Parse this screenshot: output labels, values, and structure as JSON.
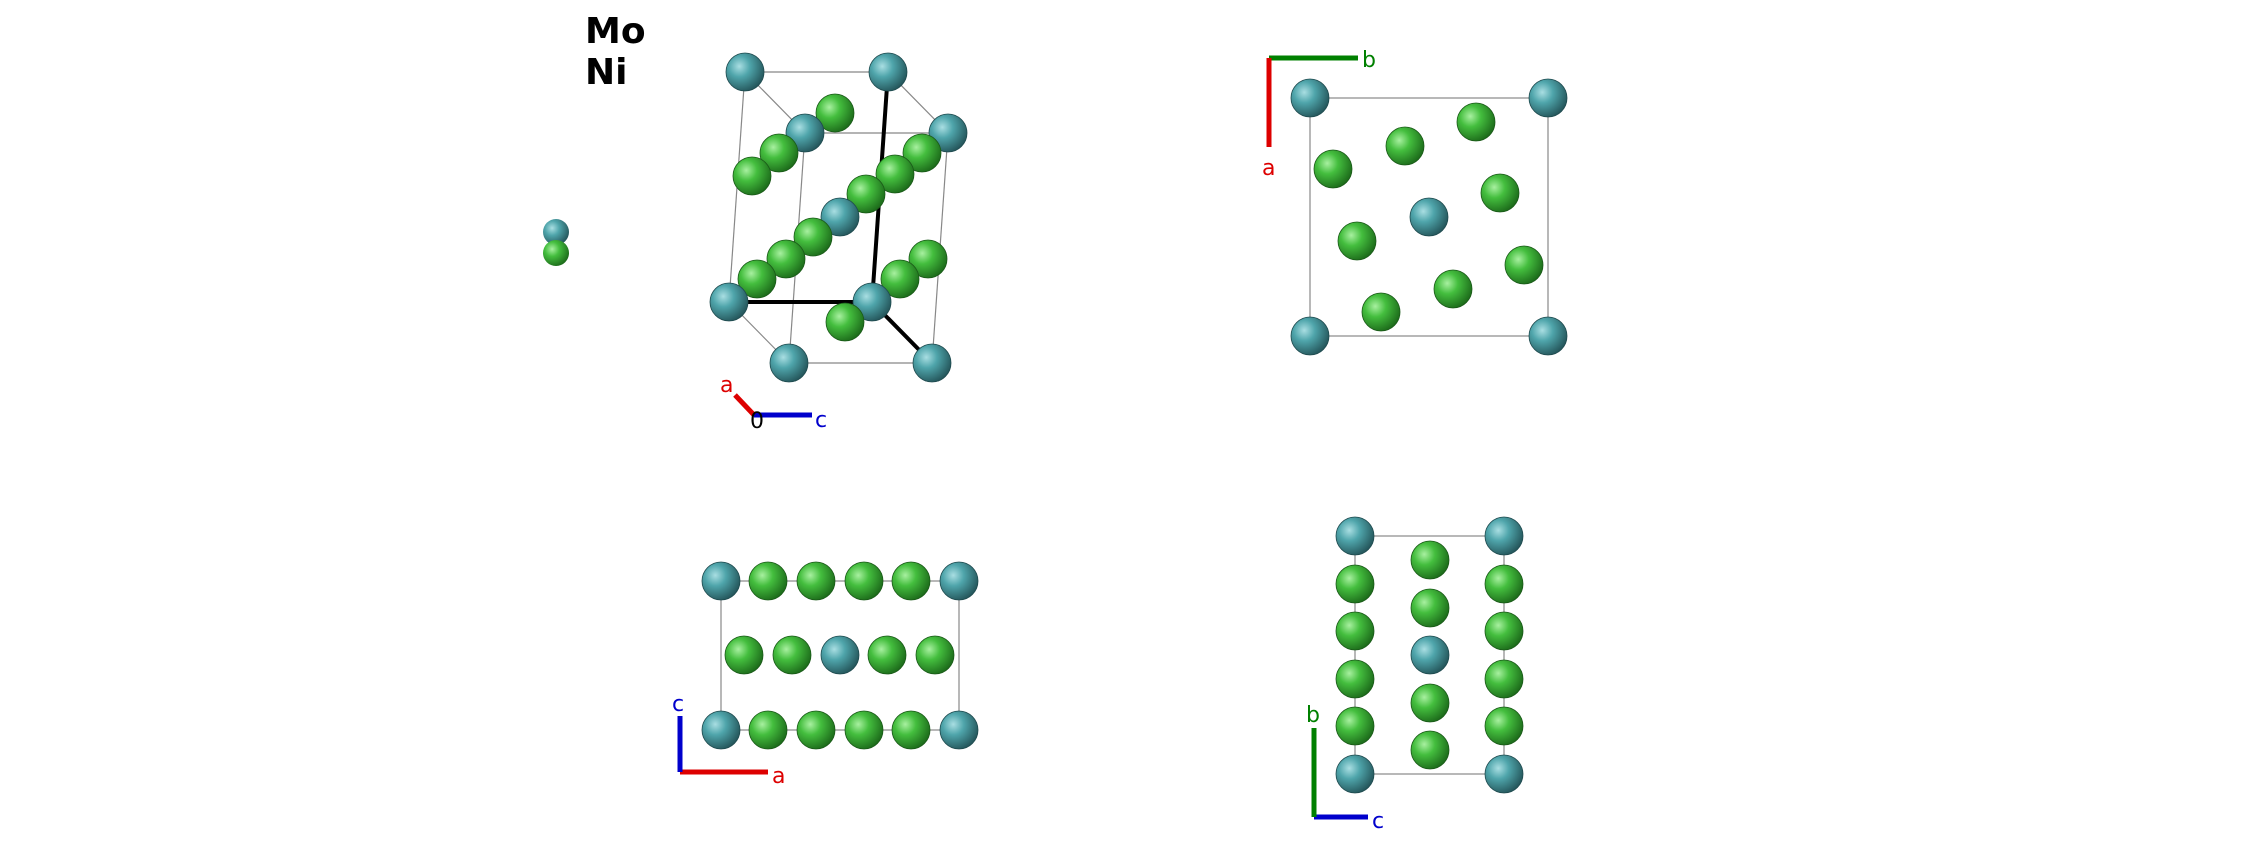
{
  "legend": {
    "elements": [
      {
        "symbol": "Mo",
        "color": "#4A9AA0"
      },
      {
        "symbol": "Ni",
        "color": "#3CB83C"
      }
    ]
  },
  "axes": {
    "a": {
      "label": "a",
      "color": "#DD0000"
    },
    "b": {
      "label": "b",
      "color": "#008000"
    },
    "c": {
      "label": "c",
      "color": "#0000CC"
    },
    "origin": {
      "label": "0",
      "color": "#000000"
    }
  },
  "colors": {
    "Mo": "#4A9AA0",
    "Ni": "#3CB83C",
    "cell_edge": "#888888",
    "bond": "#000000"
  },
  "views": [
    {
      "name": "perspective-view"
    },
    {
      "name": "view-along-c",
      "axes": [
        "a",
        "b"
      ]
    },
    {
      "name": "view-along-b",
      "axes": [
        "c",
        "a"
      ]
    },
    {
      "name": "view-along-a",
      "axes": [
        "b",
        "c"
      ]
    }
  ]
}
